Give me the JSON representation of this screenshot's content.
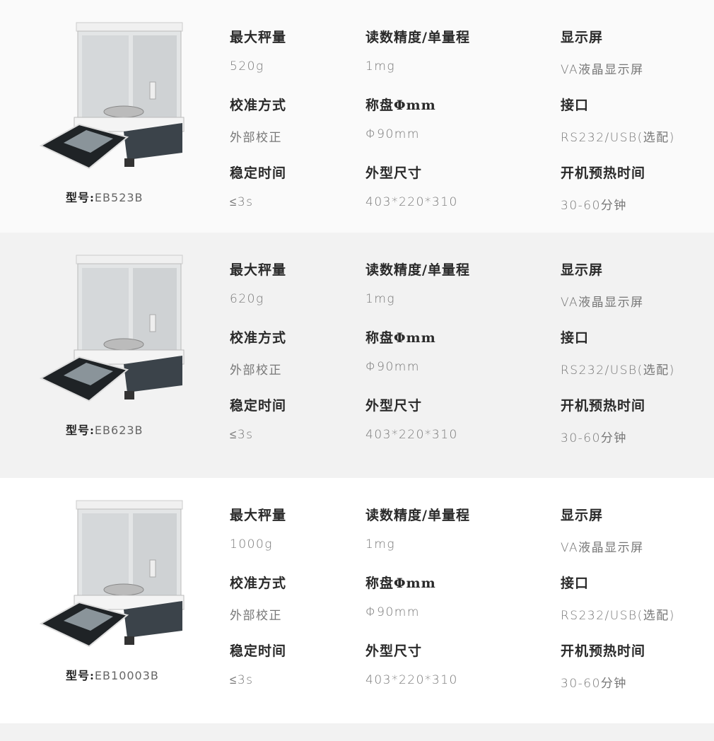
{
  "products": [
    {
      "model_label": "型号:",
      "model": "EB523B",
      "specs": [
        {
          "label": "最大秤量",
          "value": "520g"
        },
        {
          "label": "读数精度/单量程",
          "value": "1mg"
        },
        {
          "label": "显示屏",
          "value": "VA液晶显示屏"
        },
        {
          "label": "校准方式",
          "value": "外部校正"
        },
        {
          "label": "称盘Φmm",
          "value": "Φ90mm"
        },
        {
          "label": "接口",
          "value": "RS232/USB(选配)"
        },
        {
          "label": "稳定时间",
          "value": "≤3s"
        },
        {
          "label": "外型尺寸",
          "value": "403*220*310"
        },
        {
          "label": "开机预热时间",
          "value": "30-60分钟"
        }
      ]
    },
    {
      "model_label": "型号:",
      "model": "EB623B",
      "specs": [
        {
          "label": "最大秤量",
          "value": "620g"
        },
        {
          "label": "读数精度/单量程",
          "value": "1mg"
        },
        {
          "label": "显示屏",
          "value": "VA液晶显示屏"
        },
        {
          "label": "校准方式",
          "value": "外部校正"
        },
        {
          "label": "称盘Φmm",
          "value": "Φ90mm"
        },
        {
          "label": "接口",
          "value": "RS232/USB(选配)"
        },
        {
          "label": "稳定时间",
          "value": "≤3s"
        },
        {
          "label": "外型尺寸",
          "value": "403*220*310"
        },
        {
          "label": "开机预热时间",
          "value": "30-60分钟"
        }
      ]
    },
    {
      "model_label": "型号:",
      "model": "EB10003B",
      "specs": [
        {
          "label": "最大秤量",
          "value": "1000g"
        },
        {
          "label": "读数精度/单量程",
          "value": "1mg"
        },
        {
          "label": "显示屏",
          "value": "VA液晶显示屏"
        },
        {
          "label": "校准方式",
          "value": "外部校正"
        },
        {
          "label": "称盘Φmm",
          "value": "Φ90mm"
        },
        {
          "label": "接口",
          "value": "RS232/USB(选配)"
        },
        {
          "label": "稳定时间",
          "value": "≤3s"
        },
        {
          "label": "外型尺寸",
          "value": "403*220*310"
        },
        {
          "label": "开机预热时间",
          "value": "30-60分钟"
        }
      ]
    }
  ],
  "colors": {
    "section_alt": "#f2f2f2",
    "section": "#fafafa"
  }
}
